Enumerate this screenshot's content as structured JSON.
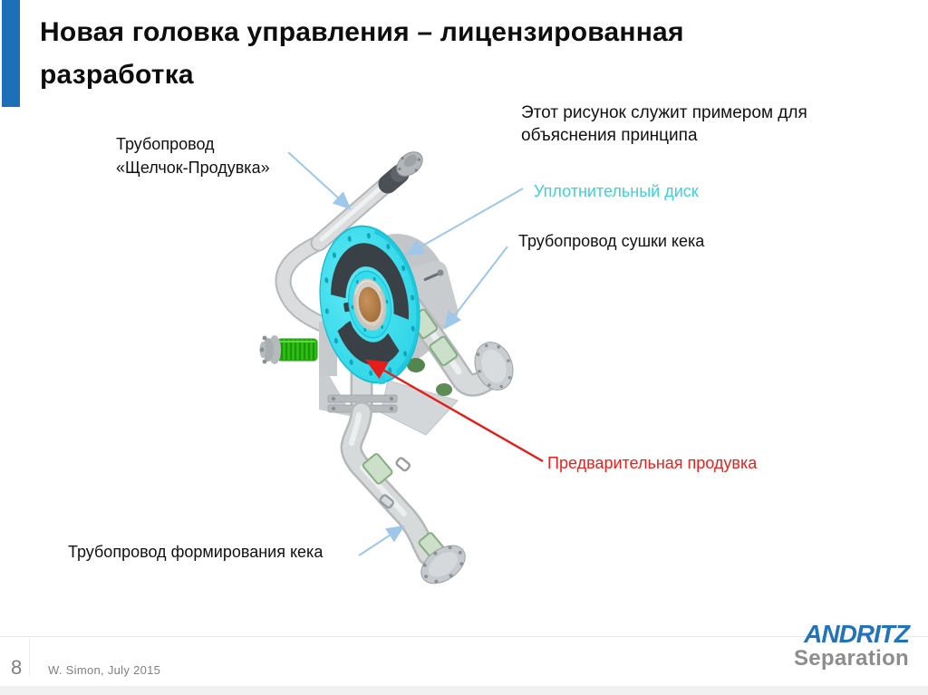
{
  "slide": {
    "title": "Новая головка управления – лицензированная\nразработка",
    "intro": "Этот рисунок служит примером для\nобъяснения принципа",
    "labels": {
      "klick_blowout": "Трубопровод\n«Щелчок-Продувка»",
      "sealing_disc": "Уплотнительный диск",
      "cake_drying": "Трубопровод сушки кека",
      "pre_blowout": "Предварительная продувка",
      "cake_formation": "Трубопровод формирования кека"
    },
    "footer": {
      "page_number": "8",
      "credit": "W. Simon, July 2015"
    },
    "logo": {
      "brand": "ANDRITZ",
      "division": "Separation"
    },
    "colors": {
      "accent_bar": "#1d70b7",
      "cyan_label": "#3ad2d8",
      "red_label": "#e7211e",
      "arrow_blue": "#9ec7ea",
      "arrow_red": "#e41e1a",
      "disc_cyan": "#35dcec",
      "logo_blue": "#2273b9",
      "logo_gray": "#8d8d8d",
      "footer_gray": "#7f7f7f"
    }
  }
}
